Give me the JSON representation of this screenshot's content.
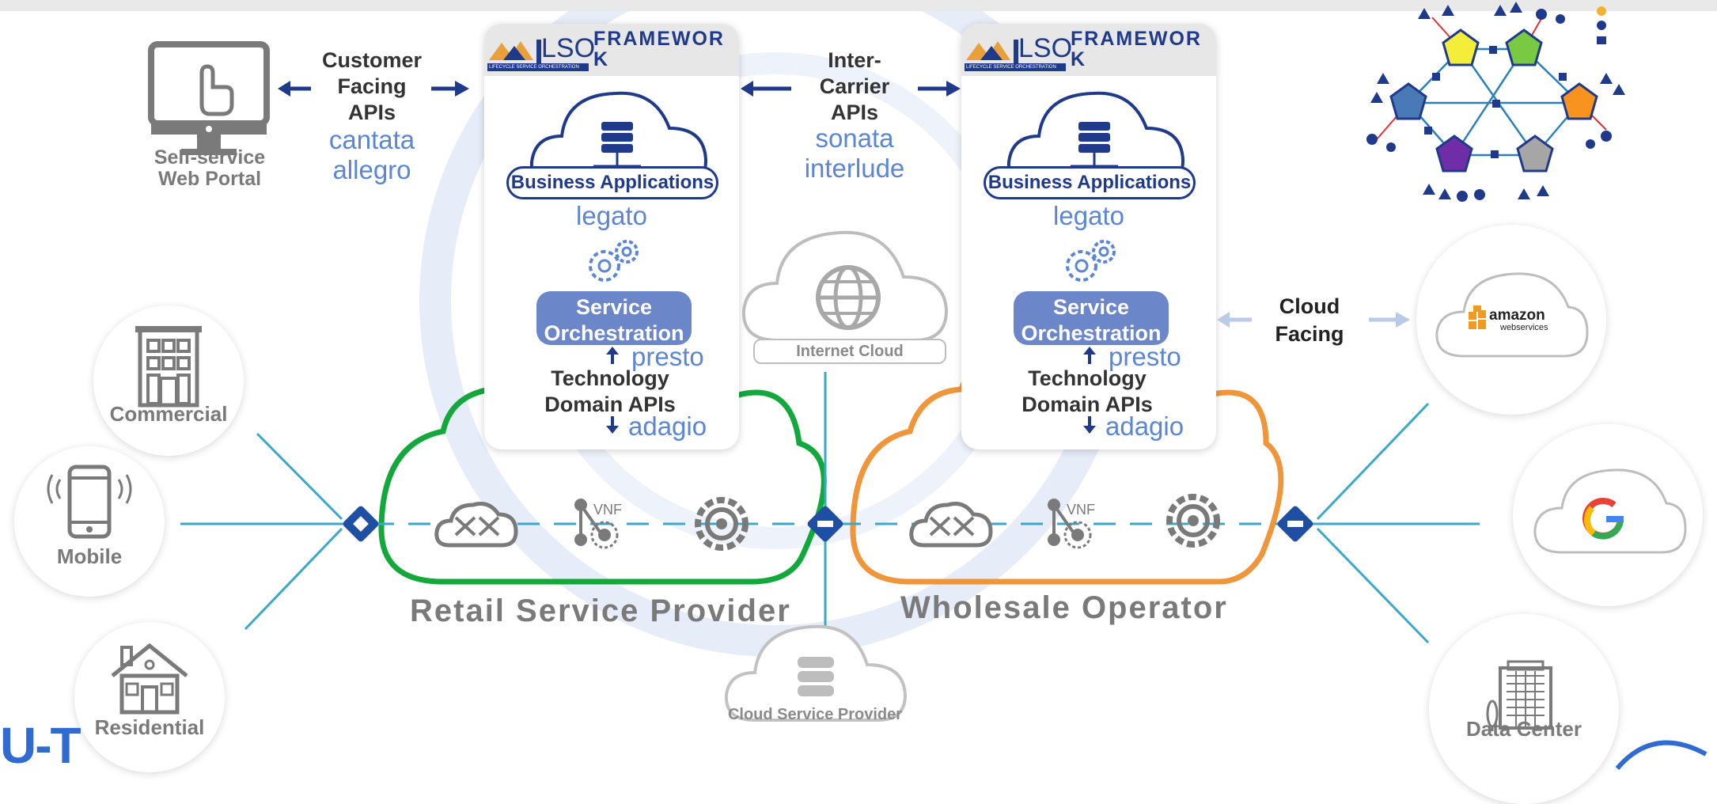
{
  "left_portal": {
    "label": "Self-service\nWeb Portal",
    "icon": "monitor-touch-icon"
  },
  "customer_apis": {
    "title": "Customer\nFacing\nAPIs",
    "names": [
      "cantata",
      "allegro"
    ]
  },
  "inter_carrier_apis": {
    "title": "Inter-\nCarrier\nAPIs",
    "names": [
      "sonata",
      "interlude"
    ]
  },
  "framework_left": {
    "logo_text": "LSO",
    "logo_sub": "LIFECYCLE SERVICE ORCHESTRATION",
    "title": "FRAMEWOR\nK",
    "business_apps": "Business Applications",
    "business_api": "legato",
    "orchestration": "Service\nOrchestration",
    "orch_api": "presto",
    "tech_domain": "Technology\nDomain APIs",
    "tech_api": "adagio"
  },
  "framework_right": {
    "logo_text": "LSO",
    "logo_sub": "LIFECYCLE SERVICE ORCHESTRATION",
    "title": "FRAMEWOR\nK",
    "business_apps": "Business Applications",
    "business_api": "legato",
    "orchestration": "Service\nOrchestration",
    "orch_api": "presto",
    "tech_domain": "Technology\nDomain APIs",
    "tech_api": "adagio"
  },
  "internet_cloud": "Internet Cloud",
  "cloud_service_provider": "Cloud Service Provider",
  "cloud_facing": "Cloud\nFacing",
  "retail_label": "Retail Service Provider",
  "wholesale_label": "Wholesale Operator",
  "vnf_label": "VNF",
  "customers": [
    {
      "label": "Commercial",
      "icon": "building-icon"
    },
    {
      "label": "Mobile",
      "icon": "smartphone-icon"
    },
    {
      "label": "Residential",
      "icon": "house-icon"
    }
  ],
  "cloud_providers": [
    {
      "label": "amazon",
      "sub": "webservices",
      "icon": "aws-logo-icon"
    },
    {
      "label": "G",
      "icon": "google-logo-icon"
    },
    {
      "label": "Data Center",
      "icon": "datacenter-icon"
    }
  ],
  "watermark": "U-T",
  "colors": {
    "navy": "#1f3a8a",
    "api_blue": "#5b86d4",
    "gray": "#7a7a7a",
    "retail_green": "#12a83c",
    "wholesale_orange": "#f0953a",
    "teal_line": "#3aa9c9",
    "orchestration_fill": "#6b86c9"
  }
}
